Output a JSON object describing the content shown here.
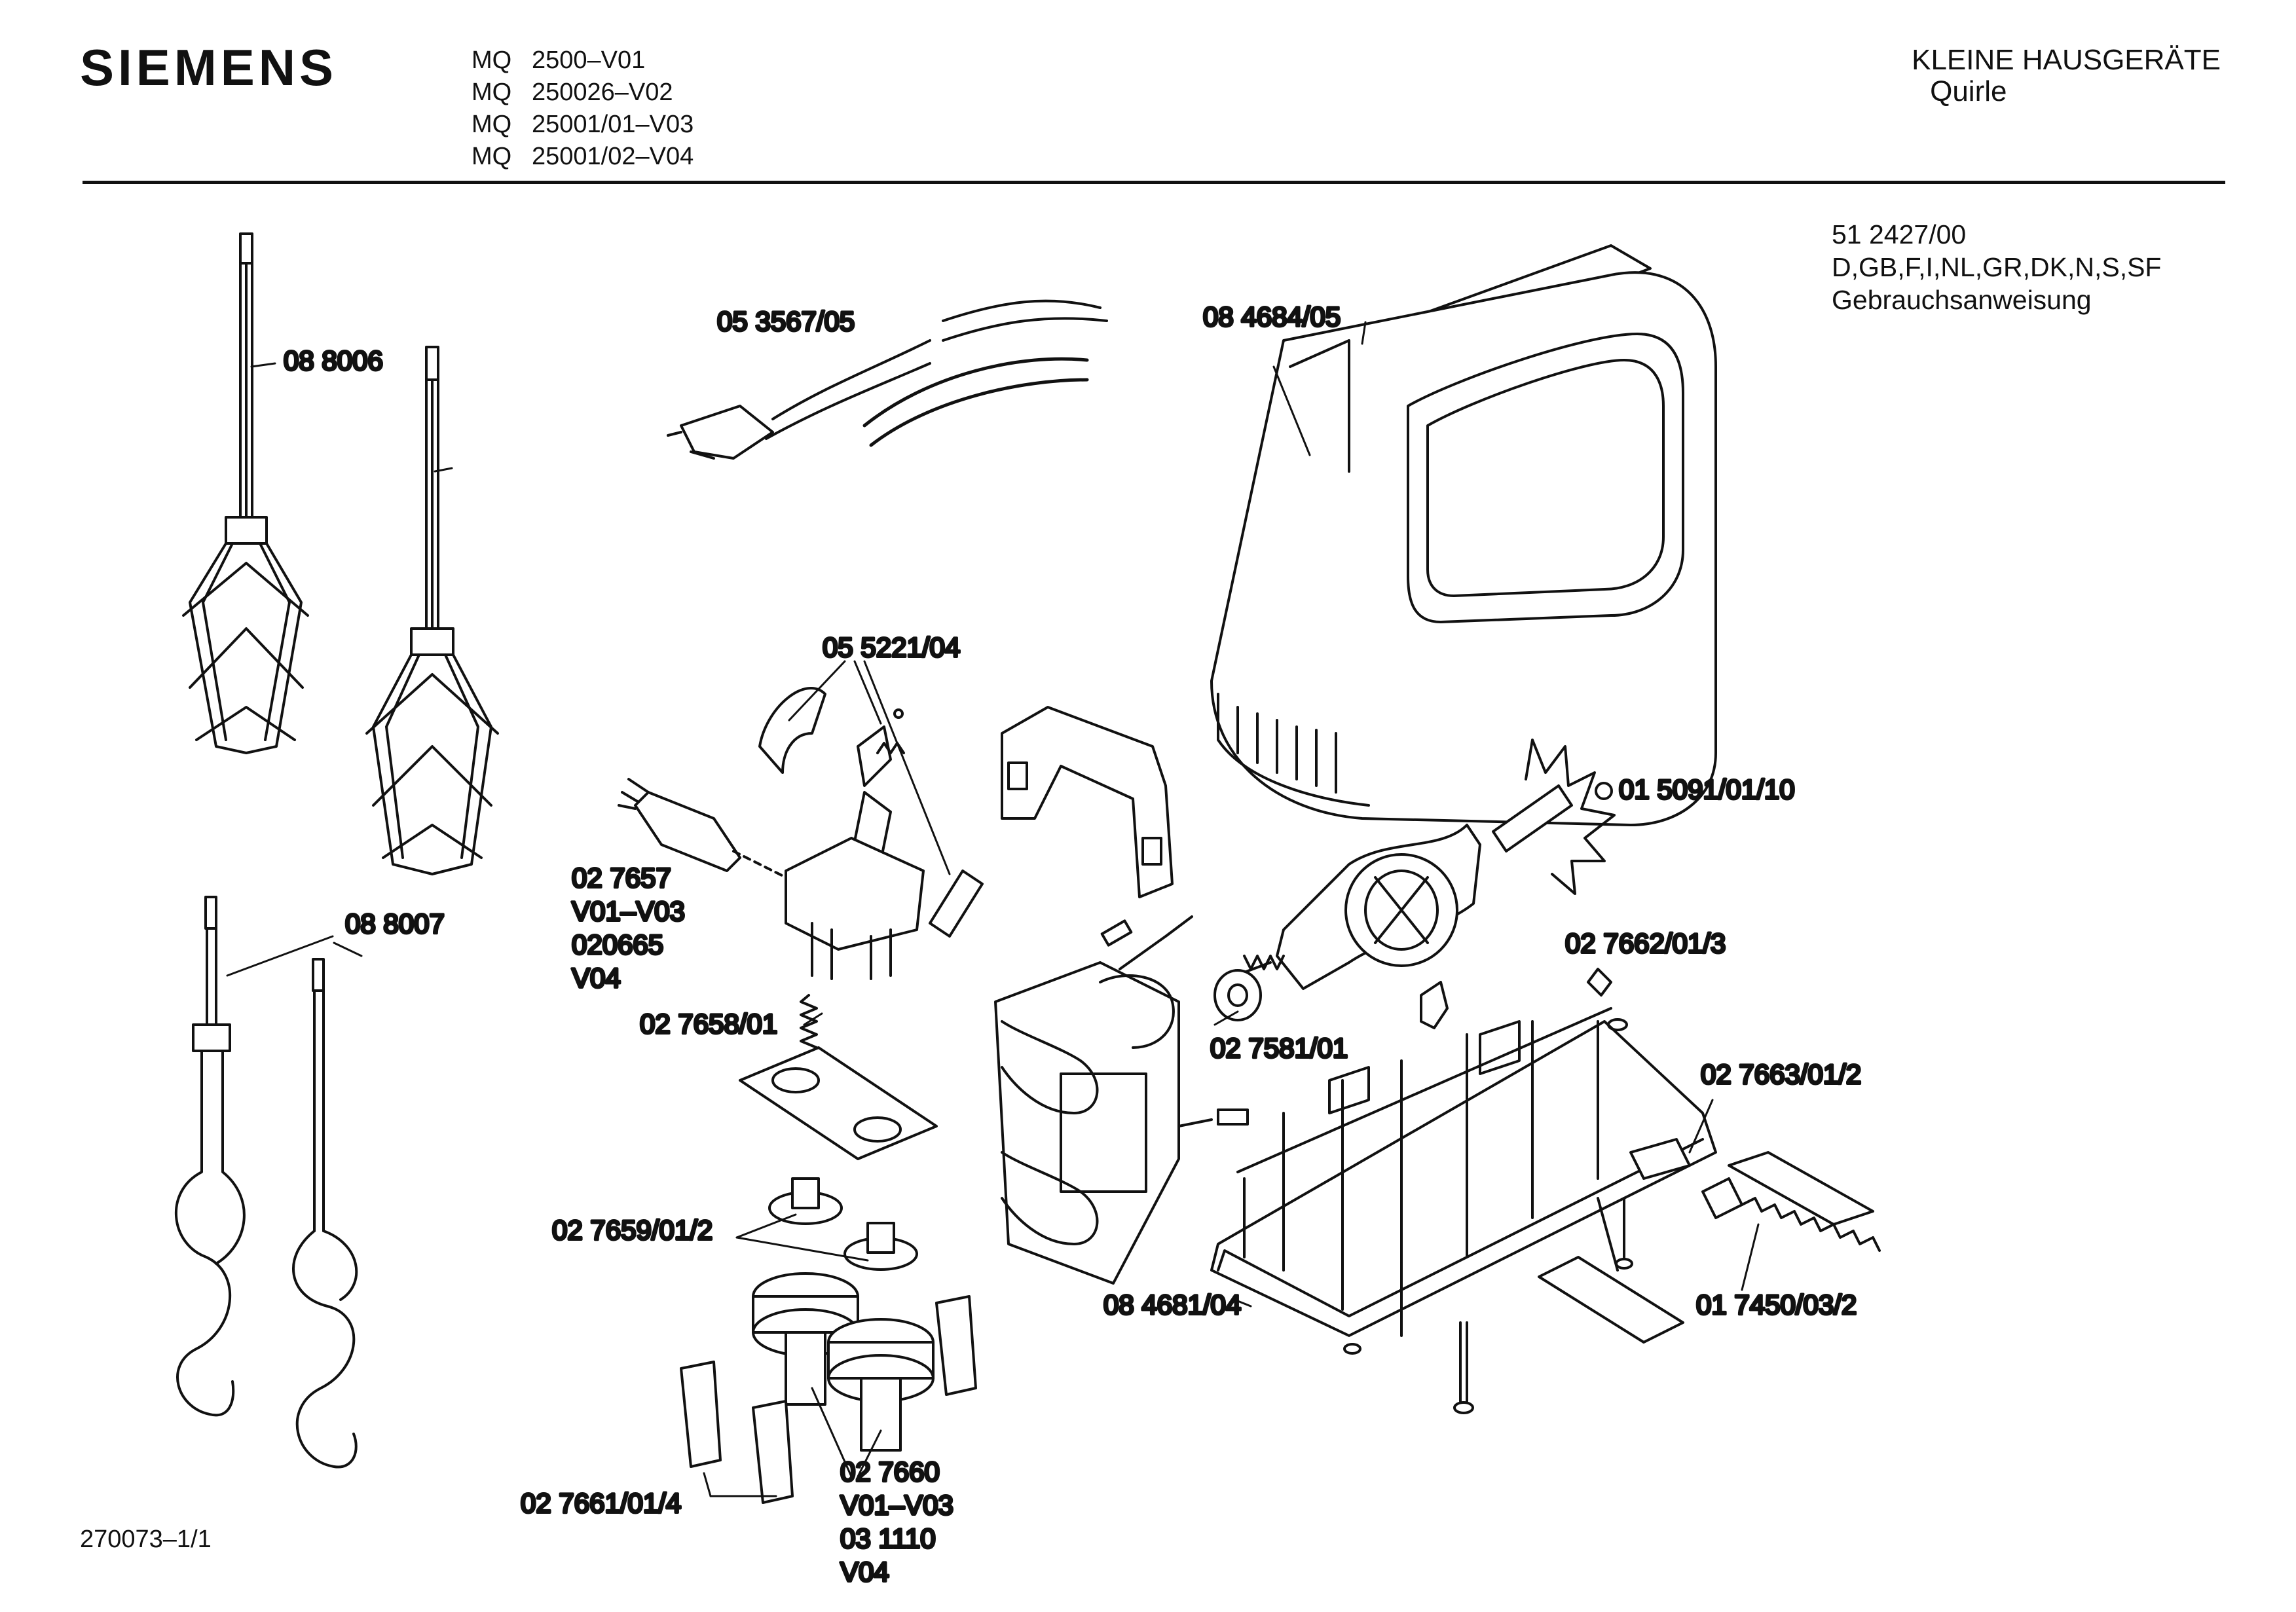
{
  "header": {
    "brand": "SIEMENS",
    "models": [
      {
        "prefix": "MQ",
        "code": "2500–V01"
      },
      {
        "prefix": "MQ",
        "code": "250026–V02"
      },
      {
        "prefix": "MQ",
        "code": "25001/01–V03"
      },
      {
        "prefix": "MQ",
        "code": "25001/02–V04"
      }
    ],
    "category": "KLEINE HAUSGERÄTE",
    "subcategory": "Quirle"
  },
  "document": {
    "number": "51 2427/00",
    "languages": "D,GB,F,I,NL,GR,DK,N,S,SF",
    "title": "Gebrauchsanweisung"
  },
  "parts": {
    "whisk": "08 8006",
    "dough_hook": "08 8007",
    "power_cord": "05 3567/05",
    "switch": "05 5221/04",
    "housing_cover": "08 4684/05",
    "armature": "01 5091/01/10",
    "capacitor": [
      "02 7657",
      "V01–V03",
      "020665",
      "V04"
    ],
    "spring": "02 7658/01",
    "bearing": "02 7581/01",
    "clip": "02 7662/01/3",
    "latch": "02 7663/01/2",
    "coupling": "02 7659/01/2",
    "drive_gear": [
      "02 7660",
      "V01–V03",
      "03 1110",
      "V04"
    ],
    "sleeve": "02 7661/01/4",
    "base_housing": "08 4681/04",
    "ejector_spring": "01 7450/03/2"
  },
  "footer": {
    "drawing_number": "270073–1/1"
  }
}
